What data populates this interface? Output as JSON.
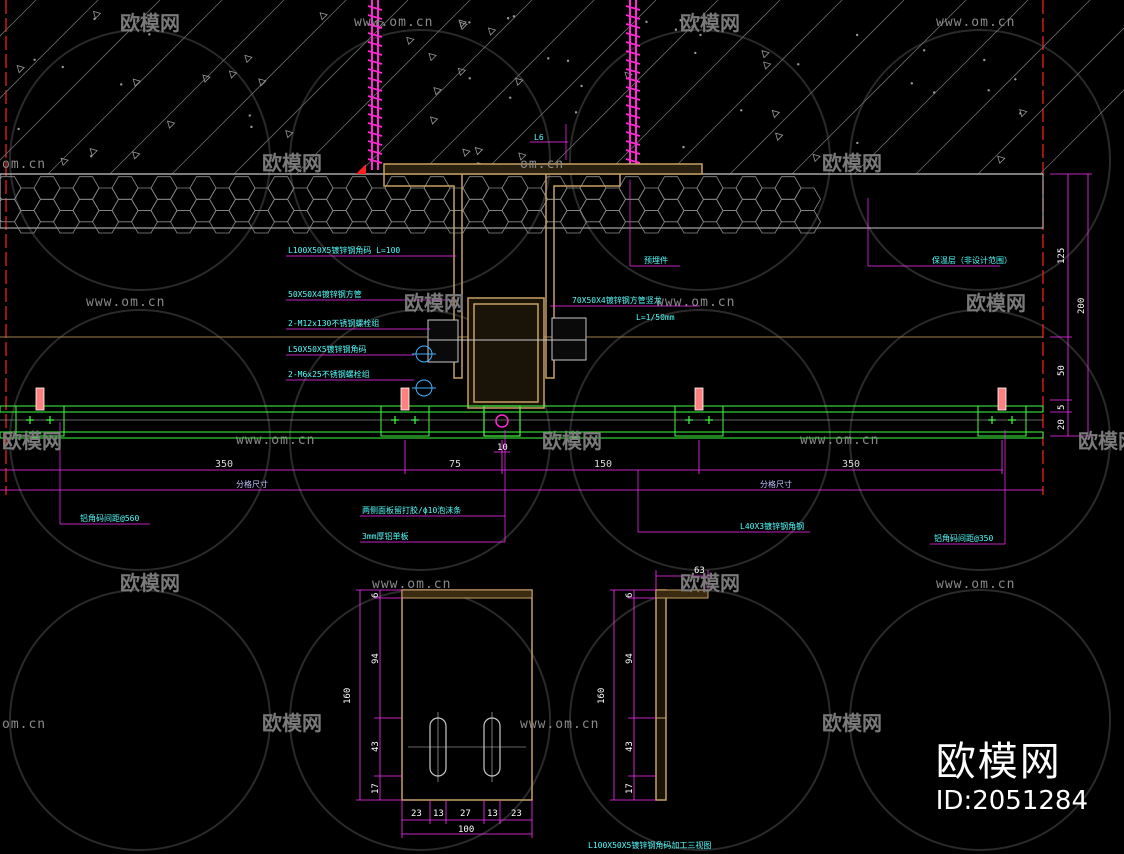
{
  "watermark": {
    "site": "www.om.cn",
    "site_partial": "om.cn",
    "brand": "欧模网"
  },
  "brand_corner": {
    "name": "欧模网",
    "id": "ID:2051284"
  },
  "callouts": {
    "c1": "L100X50X5镀锌钢角码 L=100",
    "c2": "50X50X4镀锌钢方管",
    "c3": "2-M12x130不锈钢螺栓组",
    "c4": "L50X50X5镀锌钢角码",
    "c5": "2-M6x25不锈钢螺栓组",
    "c6": "70X50X4镀锌钢方管竖龙",
    "c6b": "L=1/50mm",
    "c7": "预埋件",
    "c8": "保温层（非设计范围）",
    "c9": "铝角码间距@560",
    "c10": "两侧面板留打胶/ϕ10泡沫条",
    "c11": "3mm厚铝单板",
    "c12": "L40X3镀锌钢角钢",
    "c13": "铝角码间距@350",
    "c14": "L100X50X5镀锌钢角码加工三视图",
    "c_small": "L6"
  },
  "dims": {
    "d350a": "350",
    "d75": "75",
    "d150": "150",
    "d350b": "350",
    "d10": "10",
    "sub_a": "分格尺寸",
    "sub_b": "分格尺寸",
    "v125": "125",
    "v200": "200",
    "v50": "50",
    "v5": "5",
    "v20": "20",
    "p_6": "6",
    "p_94": "94",
    "p_160": "160",
    "p_43": "43",
    "p_17": "17",
    "p_100": "100",
    "p_23a": "23",
    "p_13a": "13",
    "p_27": "27",
    "p_13b": "13",
    "p_23b": "23",
    "s_63": "63",
    "s_6": "6",
    "s_94": "94",
    "s_160": "160",
    "s_43": "43",
    "s_17": "17"
  },
  "colors": {
    "background": "#000000",
    "concrete": "#c8c8c8",
    "anchor": "#ff2ad4",
    "steel": "#c8a064",
    "insulation": "#a0a0a0",
    "panel": "#40ff40",
    "dimension": "#ff30ff",
    "border": "#ff2020",
    "callout": "#50c8ff"
  }
}
